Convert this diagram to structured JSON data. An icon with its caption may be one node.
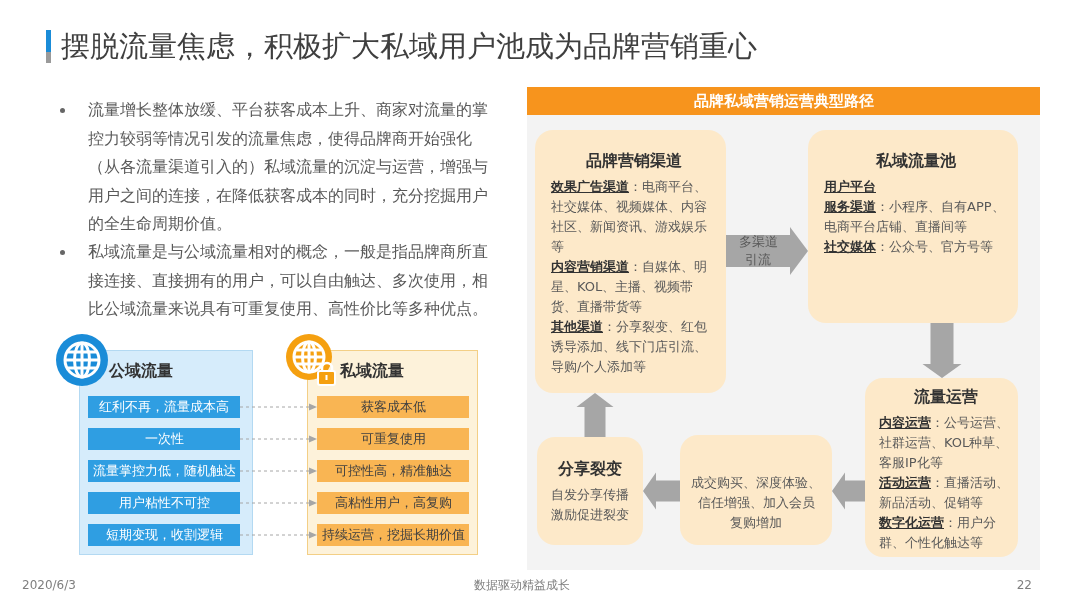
{
  "diagram": {
    "title": "摆脱流量焦虑，积极扩大私域用户池成为品牌营销重心",
    "nodes": [
      {
        "text": [
          "公域流量"
        ]
      },
      {
        "text": [
          "红利不再，流量成本高"
        ],
        "in": 0
      },
      {
        "text": [
          "一次性"
        ],
        "in": 0
      },
      {
        "text": [
          "流量掌控力低，随机触达"
        ],
        "in": 0
      },
      {
        "text": [
          "用户粘性不可控"
        ],
        "in": 0
      },
      {
        "text": [
          "短期变现，收割逻辑"
        ],
        "in": 0
      },
      {
        "text": [
          "私域流量"
        ]
      },
      {
        "text": [
          "获客成本低"
        ],
        "in": 6
      },
      {
        "text": [
          "可重复使用"
        ],
        "in": 6
      },
      {
        "text": [
          "可控性高，精准触达"
        ],
        "in": 6
      },
      {
        "text": [
          "高粘性用户，高复购"
        ],
        "in": 6
      },
      {
        "text": [
          "持续运营，挖掘长期价值"
        ],
        "in": 6
      },
      {
        "text": [
          "品牌私域营销运营典型路径"
        ]
      },
      {
        "text": [
          "品牌营销渠道",
          "**效果广告渠道**：电商平台、社交媒体、视频媒体、内容社区、新闻资讯、游戏娱乐等",
          "**内容营销渠道**：自媒体、明星、KOL、主播、视频带货、直播带货等",
          "**其他渠道**：分享裂变、红包诱导添加、线下门店引流、导购/个人添加等"
        ],
        "in": 12
      },
      {
        "text": [
          "私域流量池",
          "用户平台",
          "**服务渠道**：小程序、自有APP、电商平台店铺、直播间等",
          "**社交媒体**：公众号、官方号等"
        ],
        "in": 12
      },
      {
        "text": [
          "流量运营",
          "**内容运营**：公号运营、社群运营、KOL种草、客服IP化等",
          "**活动运营**：直播活动、新品活动、促销等",
          "**数字化运营**：用户分群、个性化触达等"
        ],
        "in": 12
      },
      {
        "text": [
          "成交购买、深度体验、信任增强、加入会员",
          "复购增加"
        ],
        "in": 12
      },
      {
        "text": [
          "分享裂变",
          "自发分享传播",
          "激励促进裂变"
        ],
        "in": 12
      }
    ],
    "edges": [
      {
        "from": 1,
        "to": 7,
        "arrow": "to",
        "style": "dashed"
      },
      {
        "from": 2,
        "to": 8,
        "arrow": "to",
        "style": "dashed"
      },
      {
        "from": 3,
        "to": 9,
        "arrow": "to",
        "style": "dashed"
      },
      {
        "from": 4,
        "to": 10,
        "arrow": "to",
        "style": "dashed"
      },
      {
        "from": 5,
        "to": 11,
        "arrow": "to",
        "style": "dashed"
      },
      {
        "from": 13,
        "to": 14,
        "arrow": "to",
        "style": "thick",
        "label": "多渠道引流"
      },
      {
        "from": 14,
        "to": 15,
        "arrow": "to",
        "style": "thick"
      },
      {
        "from": 15,
        "to": 16,
        "arrow": "to",
        "style": "thick"
      },
      {
        "from": 16,
        "to": 17,
        "arrow": "to",
        "style": "thick"
      },
      {
        "from": 17,
        "to": 13,
        "arrow": "to",
        "style": "thick"
      }
    ],
    "labels": [
      "流量增长整体放缓、平台获客成本上升、商家对流量的掌控力较弱等情况引发的流量焦虑，使得品牌商开始强化（从各流量渠道引入的）私域流量的沉淀与运营，增强与用户之间的连接，在降低获客成本的同时，充分挖掘用户的全生命周期价值。",
      "私域流量是与公域流量相对的概念，一般是指品牌商所直接连接、直接拥有的用户，可以自由触达、多次使用，相比公域流量来说具有可重复使用、高性价比等多种优点。",
      "2020/6/3",
      "数据驱动精益成长",
      "22"
    ]
  }
}
